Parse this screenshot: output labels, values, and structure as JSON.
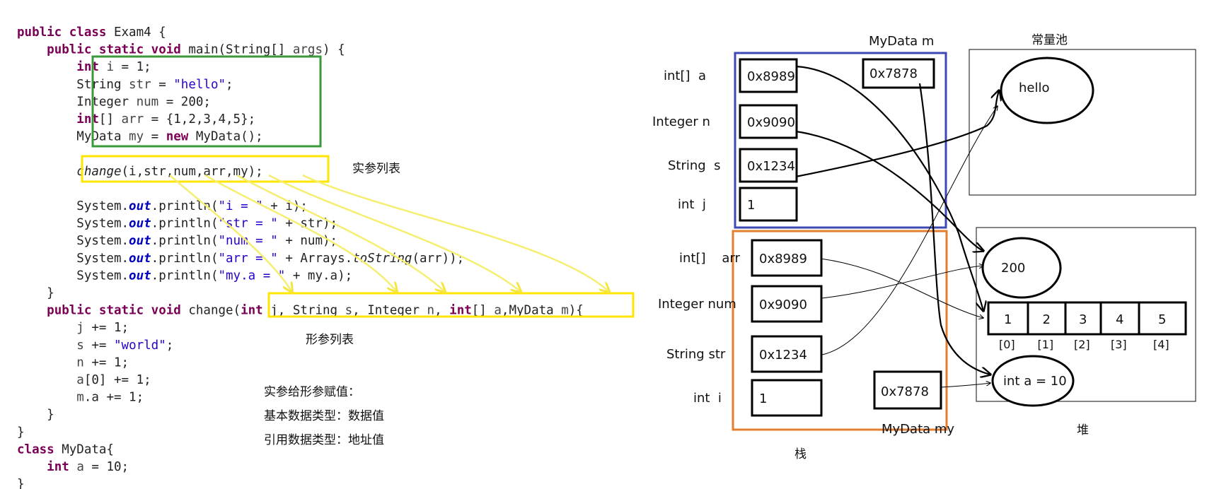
{
  "code": {
    "lines": [
      [
        {
          "t": "public class ",
          "c": "kw"
        },
        {
          "t": "Exam4 {"
        }
      ],
      [
        {
          "t": "    "
        },
        {
          "t": "public static void ",
          "c": "kw"
        },
        {
          "t": "main(String[] "
        },
        {
          "t": "args",
          "c": "var"
        },
        {
          "t": ") {"
        }
      ],
      [
        {
          "t": "        "
        },
        {
          "t": "int ",
          "c": "kw"
        },
        {
          "t": "i",
          "c": "var"
        },
        {
          "t": " = 1;"
        }
      ],
      [
        {
          "t": "        String "
        },
        {
          "t": "str",
          "c": "var"
        },
        {
          "t": " = "
        },
        {
          "t": "\"hello\"",
          "c": "str"
        },
        {
          "t": ";"
        }
      ],
      [
        {
          "t": "        Integer "
        },
        {
          "t": "num",
          "c": "var"
        },
        {
          "t": " = 200;"
        }
      ],
      [
        {
          "t": "        "
        },
        {
          "t": "int",
          "c": "kw"
        },
        {
          "t": "[] "
        },
        {
          "t": "arr",
          "c": "var"
        },
        {
          "t": " = {1,2,3,4,5};"
        }
      ],
      [
        {
          "t": "        MyData "
        },
        {
          "t": "my",
          "c": "var"
        },
        {
          "t": " = "
        },
        {
          "t": "new ",
          "c": "kw"
        },
        {
          "t": "MyData();"
        }
      ],
      [],
      [
        {
          "t": "        "
        },
        {
          "t": "change",
          "c": "ital"
        },
        {
          "t": "(i,str,num,arr,my);"
        }
      ],
      [],
      [
        {
          "t": "        System."
        },
        {
          "t": "out",
          "c": "fld"
        },
        {
          "t": ".println("
        },
        {
          "t": "\"i = \"",
          "c": "str"
        },
        {
          "t": " + i);"
        }
      ],
      [
        {
          "t": "        System."
        },
        {
          "t": "out",
          "c": "fld"
        },
        {
          "t": ".println("
        },
        {
          "t": "\"str = \"",
          "c": "str"
        },
        {
          "t": " + str);"
        }
      ],
      [
        {
          "t": "        System."
        },
        {
          "t": "out",
          "c": "fld"
        },
        {
          "t": ".println("
        },
        {
          "t": "\"num = \"",
          "c": "str"
        },
        {
          "t": " + num);"
        }
      ],
      [
        {
          "t": "        System."
        },
        {
          "t": "out",
          "c": "fld"
        },
        {
          "t": ".println("
        },
        {
          "t": "\"arr = \"",
          "c": "str"
        },
        {
          "t": " + Arrays."
        },
        {
          "t": "toString",
          "c": "ital"
        },
        {
          "t": "(arr));"
        }
      ],
      [
        {
          "t": "        System."
        },
        {
          "t": "out",
          "c": "fld"
        },
        {
          "t": ".println("
        },
        {
          "t": "\"my.a = \"",
          "c": "str"
        },
        {
          "t": " + my.a);"
        }
      ],
      [
        {
          "t": "    }"
        }
      ],
      [
        {
          "t": "    "
        },
        {
          "t": "public static void ",
          "c": "kw"
        },
        {
          "t": "change("
        },
        {
          "t": "int ",
          "c": "kw"
        },
        {
          "t": "j, String "
        },
        {
          "t": "s",
          "c": "var"
        },
        {
          "t": ", Integer "
        },
        {
          "t": "n",
          "c": "var"
        },
        {
          "t": ", "
        },
        {
          "t": "int",
          "c": "kw"
        },
        {
          "t": "[] "
        },
        {
          "t": "a",
          "c": "var"
        },
        {
          "t": ",MyData "
        },
        {
          "t": "m",
          "c": "var"
        },
        {
          "t": "){"
        }
      ],
      [
        {
          "t": "        "
        },
        {
          "t": "j",
          "c": "var"
        },
        {
          "t": " += 1;"
        }
      ],
      [
        {
          "t": "        "
        },
        {
          "t": "s",
          "c": "var"
        },
        {
          "t": " += "
        },
        {
          "t": "\"world\"",
          "c": "str"
        },
        {
          "t": ";"
        }
      ],
      [
        {
          "t": "        "
        },
        {
          "t": "n",
          "c": "var"
        },
        {
          "t": " += 1;"
        }
      ],
      [
        {
          "t": "        "
        },
        {
          "t": "a",
          "c": "var"
        },
        {
          "t": "[0] += 1;"
        }
      ],
      [
        {
          "t": "        "
        },
        {
          "t": "m",
          "c": "var"
        },
        {
          "t": ".a += 1;"
        }
      ],
      [
        {
          "t": "    }"
        }
      ],
      [
        {
          "t": "}"
        }
      ],
      [
        {
          "t": "class ",
          "c": "kw"
        },
        {
          "t": "MyData{"
        }
      ],
      [
        {
          "t": "    "
        },
        {
          "t": "int ",
          "c": "kw"
        },
        {
          "t": "a",
          "c": "var"
        },
        {
          "t": " = 10;"
        }
      ],
      [
        {
          "t": "}"
        }
      ]
    ]
  },
  "annotations": {
    "actual_params": "实参列表",
    "formal_params": "形参列表",
    "note_title": "实参给形参赋值：",
    "note_primitive": "基本数据类型：数据值",
    "note_reference": "引用数据类型：地址值"
  },
  "stack_labels": {
    "change_frame": [
      "int[]  a",
      "Integer n",
      "String  s",
      "int  j"
    ],
    "main_frame": [
      "int[]    arr",
      "Integer num",
      "String str",
      "int  i"
    ],
    "mydata_m": "MyData m",
    "mydata_my": "MyData my",
    "stack_title": "栈"
  },
  "stack_values": {
    "change_frame": [
      "0x8989",
      "0x9090",
      "0x1234",
      "1"
    ],
    "change_m": "0x7878",
    "main_frame": [
      "0x8989",
      "0x9090",
      "0x1234",
      "1"
    ],
    "main_my": "0x7878"
  },
  "pool": {
    "title": "常量池",
    "hello": "hello"
  },
  "heap": {
    "title": "堆",
    "integer_value": "200",
    "array_values": [
      "1",
      "2",
      "3",
      "4",
      "5"
    ],
    "array_indices": [
      "[0]",
      "[1]",
      "[2]",
      "[3]",
      "[4]"
    ],
    "object_field": "int a = 10"
  },
  "colors": {
    "init_box": "#3a9a3a",
    "call_box": "#ffe600",
    "arrows": "#f5ee70",
    "change_frame": "#3c48b4",
    "main_frame": "#e57e2d"
  }
}
